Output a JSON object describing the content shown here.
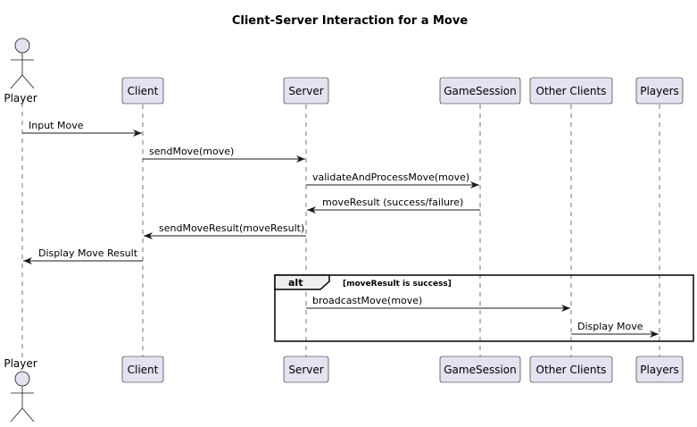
{
  "title": "Client-Server Interaction for a Move",
  "participants": [
    {
      "id": "player",
      "label": "Player",
      "kind": "actor"
    },
    {
      "id": "client",
      "label": "Client",
      "kind": "participant"
    },
    {
      "id": "server",
      "label": "Server",
      "kind": "participant"
    },
    {
      "id": "gamesession",
      "label": "GameSession",
      "kind": "participant"
    },
    {
      "id": "otherclients",
      "label": "Other Clients",
      "kind": "participant"
    },
    {
      "id": "players",
      "label": "Players",
      "kind": "participant"
    }
  ],
  "messages": [
    {
      "from": "player",
      "to": "client",
      "label": "Input Move"
    },
    {
      "from": "client",
      "to": "server",
      "label": "sendMove(move)"
    },
    {
      "from": "server",
      "to": "gamesession",
      "label": "validateAndProcessMove(move)"
    },
    {
      "from": "gamesession",
      "to": "server",
      "label": "moveResult (success/failure)"
    },
    {
      "from": "server",
      "to": "client",
      "label": "sendMoveResult(moveResult)"
    },
    {
      "from": "client",
      "to": "player",
      "label": "Display Move Result"
    },
    {
      "from": "server",
      "to": "otherclients",
      "label": "broadcastMove(move)"
    },
    {
      "from": "otherclients",
      "to": "players",
      "label": "Display Move"
    }
  ],
  "fragment": {
    "operator": "alt",
    "condition": "[moveResult is success]"
  },
  "colors": {
    "participant_fill": "#E2E2F0",
    "line": "#181818"
  }
}
